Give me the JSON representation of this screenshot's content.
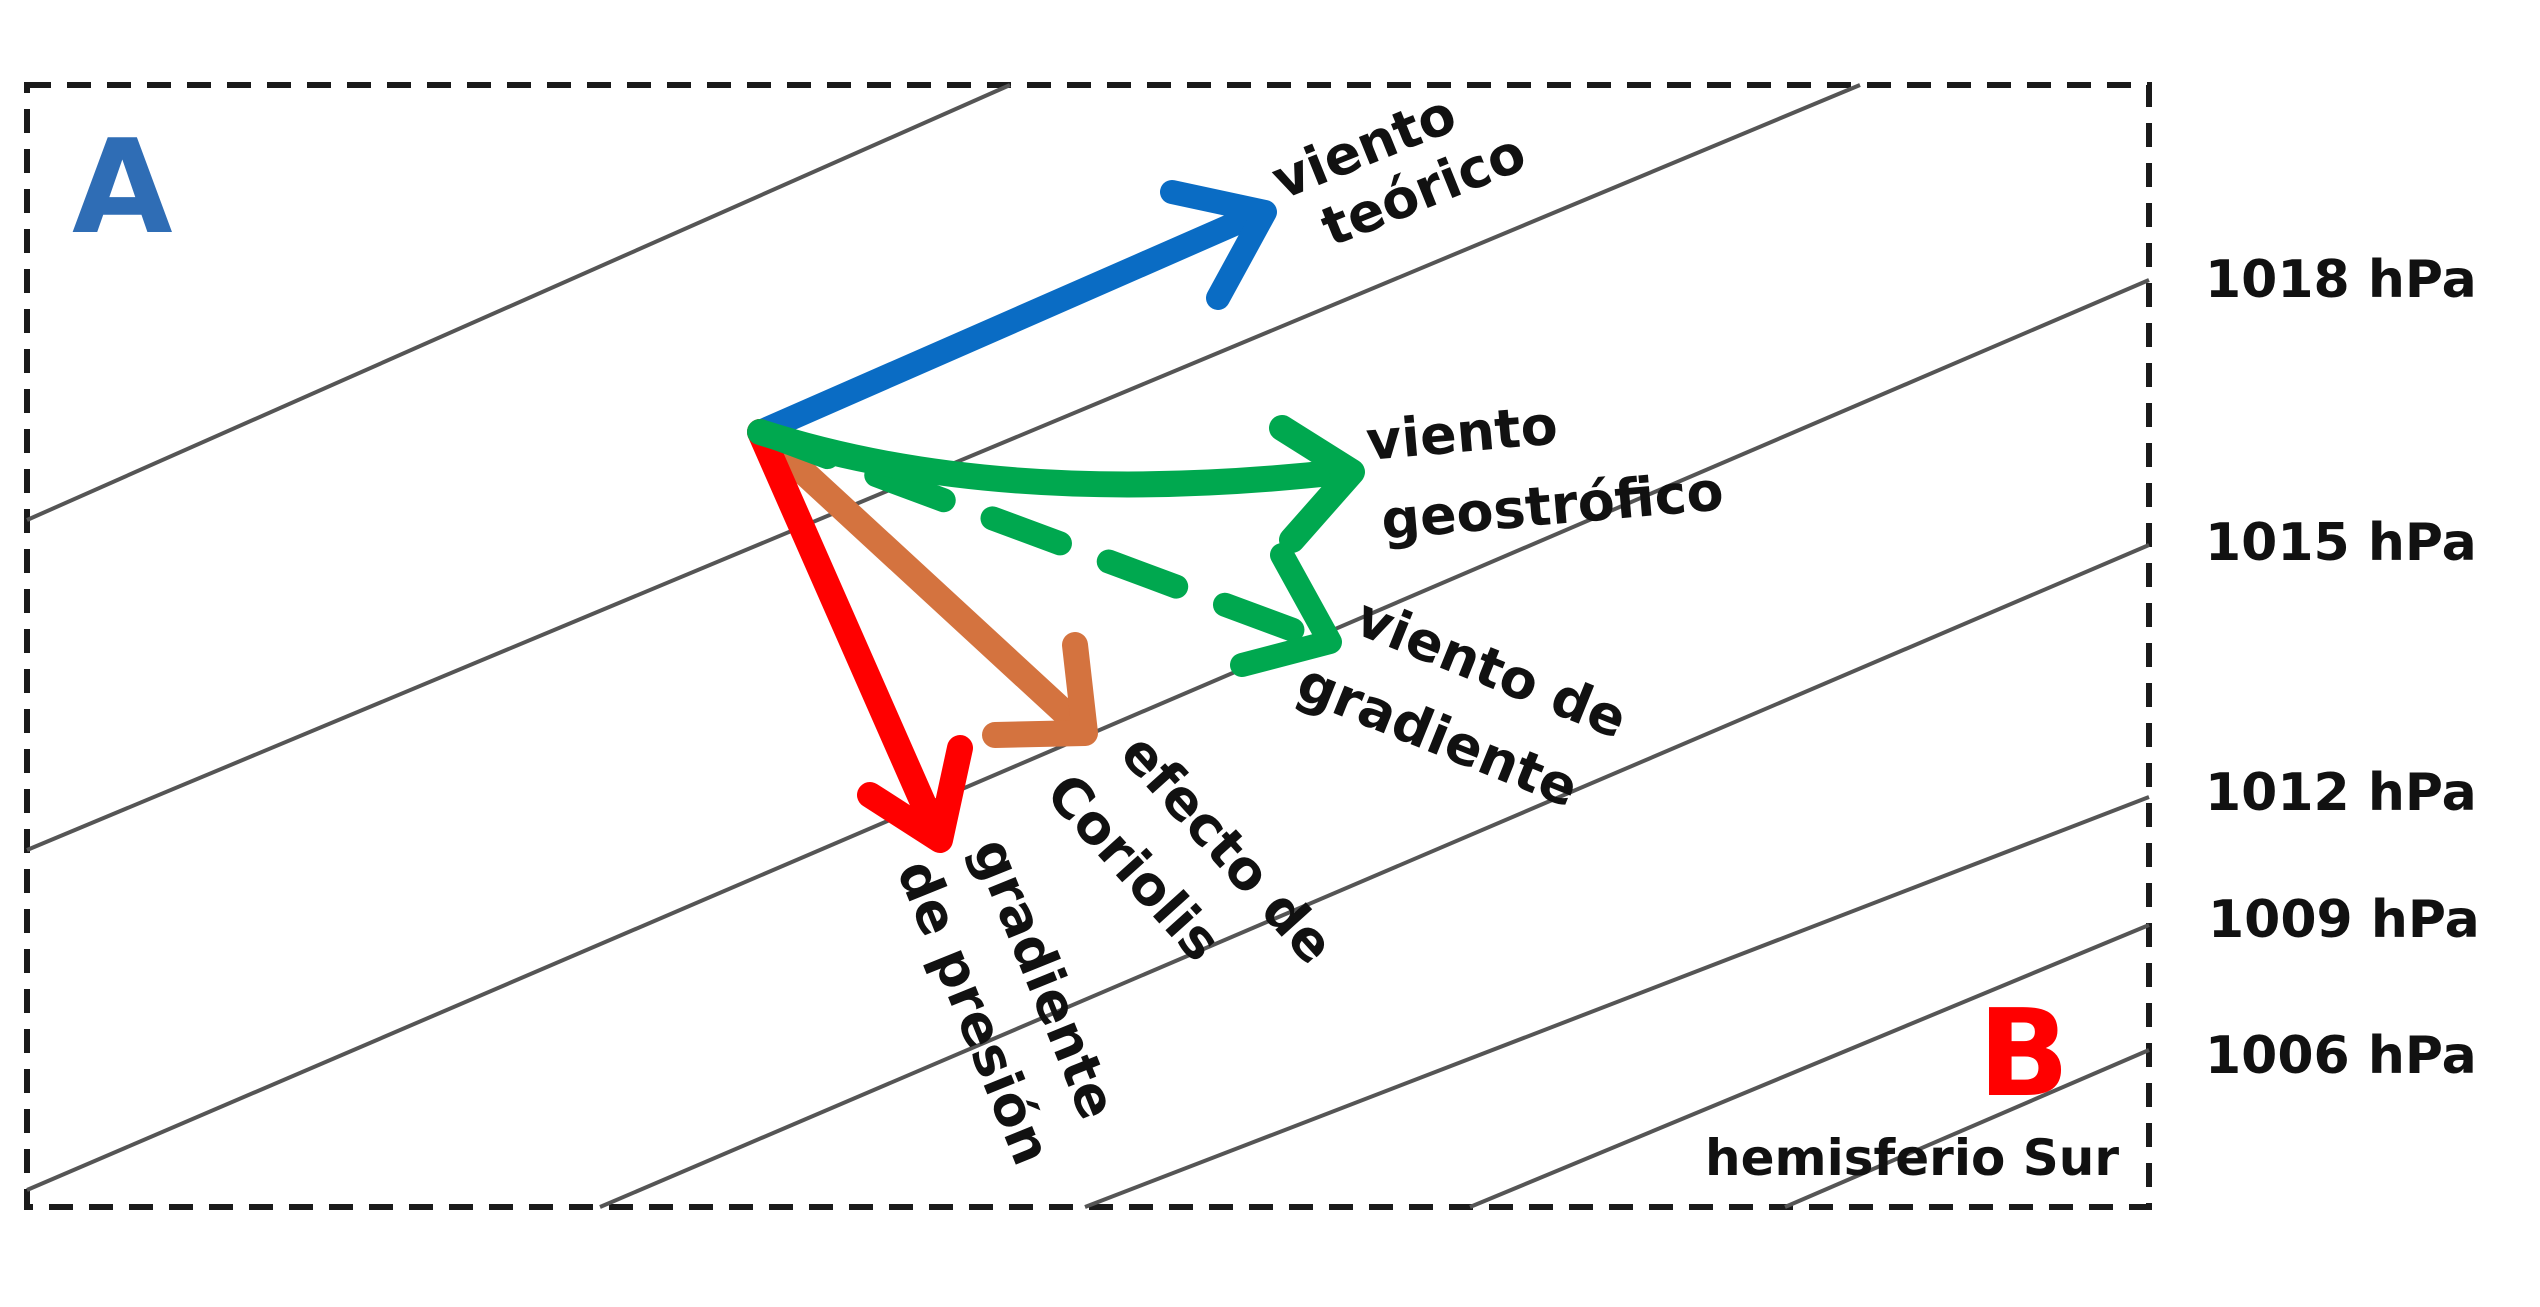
{
  "diagram": {
    "high_label": "A",
    "low_label": "B",
    "hemisphere_label": "hemisferio Sur",
    "colors": {
      "high": "#2f6db5",
      "low": "#ff0000",
      "theoretical_wind": "#0a6cc4",
      "geostrophic_wind": "#00a84f",
      "gradient_wind": "#00a84f",
      "pressure_gradient": "#ff0000",
      "coriolis": "#d4733f",
      "isobar": "#555555"
    },
    "isobars": [
      {
        "label": "1018 hPa"
      },
      {
        "label": "1015 hPa"
      },
      {
        "label": "1012 hPa"
      },
      {
        "label": "1009 hPa"
      },
      {
        "label": "1006 hPa"
      }
    ],
    "vectors": {
      "theoretical_wind": {
        "line1": "viento",
        "line2": "teórico"
      },
      "geostrophic_wind": {
        "line1": "viento",
        "line2": "geostrófico"
      },
      "gradient_wind": {
        "line1": "viento de",
        "line2": "gradiente"
      },
      "coriolis": {
        "line1": "efecto de",
        "line2": "Coriolis"
      },
      "pressure_gradient": {
        "line1": "gradiente",
        "line2": "de presión"
      }
    }
  }
}
